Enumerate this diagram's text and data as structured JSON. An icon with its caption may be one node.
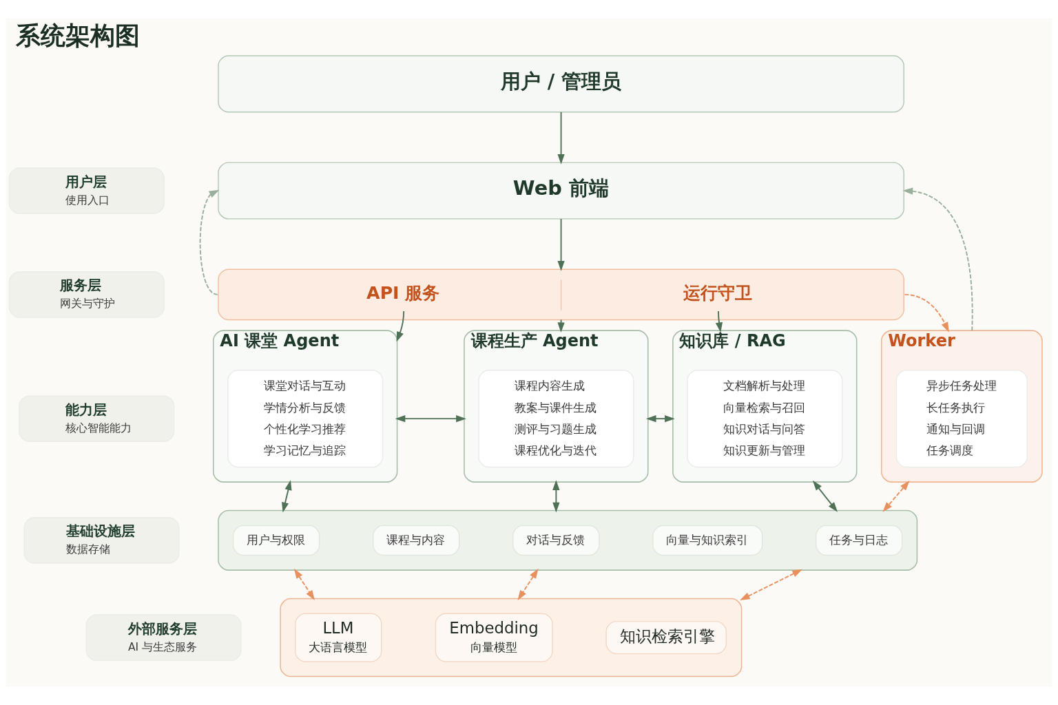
{
  "diagram": {
    "title": "系统架构图",
    "nodes": [
      {
        "text": [
          "用户层",
          "使用入口"
        ]
      },
      {
        "text": [
          "服务层",
          "网关与守护"
        ]
      },
      {
        "text": [
          "能力层",
          "核心智能能力"
        ]
      },
      {
        "text": [
          "基础设施层",
          "数据存储"
        ]
      },
      {
        "text": [
          "外部服务层",
          "AI 与生态服务"
        ]
      },
      {
        "text": [
          "用户 / 管理员"
        ]
      },
      {
        "text": [
          "Web 前端"
        ]
      },
      {
        "text": [
          "API 服务",
          "运行守卫"
        ]
      },
      {
        "text": [
          "AI 课堂 Agent"
        ]
      },
      {
        "text": [
          "课堂对话与互动",
          "学情分析与反馈",
          "个性化学习推荐",
          "学习记忆与追踪"
        ],
        "in": 8
      },
      {
        "text": [
          "课程生产 Agent"
        ]
      },
      {
        "text": [
          "课程内容生成",
          "教案与课件生成",
          "测评与习题生成",
          "课程优化与迭代"
        ],
        "in": 10
      },
      {
        "text": [
          "知识库 / RAG"
        ]
      },
      {
        "text": [
          "文档解析与处理",
          "向量检索与召回",
          "知识对话与问答",
          "知识更新与管理"
        ],
        "in": 12
      },
      {
        "text": [
          "Worker"
        ]
      },
      {
        "text": [
          "异步任务处理",
          "长任务执行",
          "通知与回调",
          "任务调度"
        ],
        "in": 14
      },
      {
        "text": [],
        "shape": "box"
      },
      {
        "text": [
          "用户与权限"
        ],
        "in": 16
      },
      {
        "text": [
          "课程与内容"
        ],
        "in": 16
      },
      {
        "text": [
          "对话与反馈"
        ],
        "in": 16
      },
      {
        "text": [
          "向量与知识索引"
        ],
        "in": 16
      },
      {
        "text": [
          "任务与日志"
        ],
        "in": 16
      },
      {
        "text": [],
        "shape": "box"
      },
      {
        "text": [
          "LLM",
          "大语言模型"
        ],
        "in": 22
      },
      {
        "text": [
          "Embedding",
          "向量模型"
        ],
        "in": 22
      },
      {
        "text": [
          "知识检索引擎"
        ],
        "in": 22
      }
    ],
    "edges": [
      {
        "from": 5,
        "to": 6,
        "arrow": "to"
      },
      {
        "from": 6,
        "to": 7,
        "arrow": "to"
      },
      {
        "from": 7,
        "to": 8,
        "arrow": "to"
      },
      {
        "from": 7,
        "to": 10,
        "arrow": "to"
      },
      {
        "from": 7,
        "to": 12,
        "arrow": "to"
      },
      {
        "from": 8,
        "to": 10,
        "arrow": "both"
      },
      {
        "from": 10,
        "to": 12,
        "arrow": "both"
      },
      {
        "from": 8,
        "to": 16,
        "arrow": "both"
      },
      {
        "from": 10,
        "to": 16,
        "arrow": "both"
      },
      {
        "from": 12,
        "to": 16,
        "arrow": "both"
      },
      {
        "from": 7,
        "to": 6,
        "arrow": "to",
        "style": "dashed",
        "color": "#9aae9c"
      },
      {
        "from": 7,
        "to": 14,
        "arrow": "to",
        "style": "dashed",
        "color": "#e8915f"
      },
      {
        "from": 14,
        "to": 16,
        "arrow": "both",
        "style": "dashed",
        "color": "#e8915f"
      },
      {
        "from": 14,
        "to": 6,
        "arrow": "to",
        "style": "dashed",
        "color": "#9aae9c"
      },
      {
        "from": 16,
        "to": 22,
        "arrow": "both",
        "style": "dashed",
        "color": "#e8915f"
      },
      {
        "from": 16,
        "to": 22,
        "arrow": "both",
        "style": "dashed",
        "color": "#e8915f"
      },
      {
        "from": 16,
        "to": 22,
        "arrow": "both",
        "style": "dashed",
        "color": "#e8915f"
      }
    ]
  }
}
